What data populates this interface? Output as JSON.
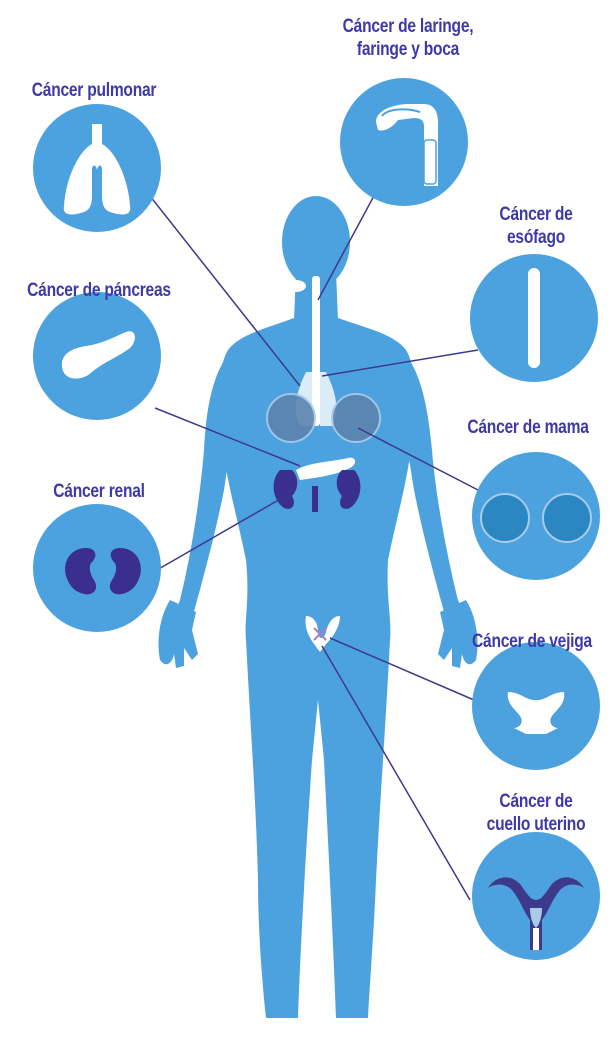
{
  "colors": {
    "body": "#4ba2df",
    "circle": "#4ba2df",
    "organ_light": "#ffffff",
    "organ_dark": "#3a2f8e",
    "lines": "#3d3a8c",
    "label_text": "#3e39a8",
    "background": "#ffffff"
  },
  "labels": {
    "laringe": [
      "Cáncer de laringe,",
      "faringe y boca"
    ],
    "pulmonar": [
      "Cáncer pulmonar"
    ],
    "esofago": [
      "Cáncer de",
      "esófago"
    ],
    "pancreas": [
      "Cáncer de páncreas"
    ],
    "mama": [
      "Cáncer de mama"
    ],
    "renal": [
      "Cáncer renal"
    ],
    "vejiga": [
      "Cáncer de vejiga"
    ],
    "cuello": [
      "Cáncer de",
      "cuello uterino"
    ]
  },
  "icons": {
    "lungs": "lungs-icon",
    "throat": "throat-icon",
    "esophagus": "esophagus-icon",
    "pancreas": "pancreas-icon",
    "breasts": "breasts-icon",
    "kidneys": "kidneys-icon",
    "bladder": "bladder-icon",
    "uterus": "uterus-icon",
    "body": "human-body-icon"
  }
}
